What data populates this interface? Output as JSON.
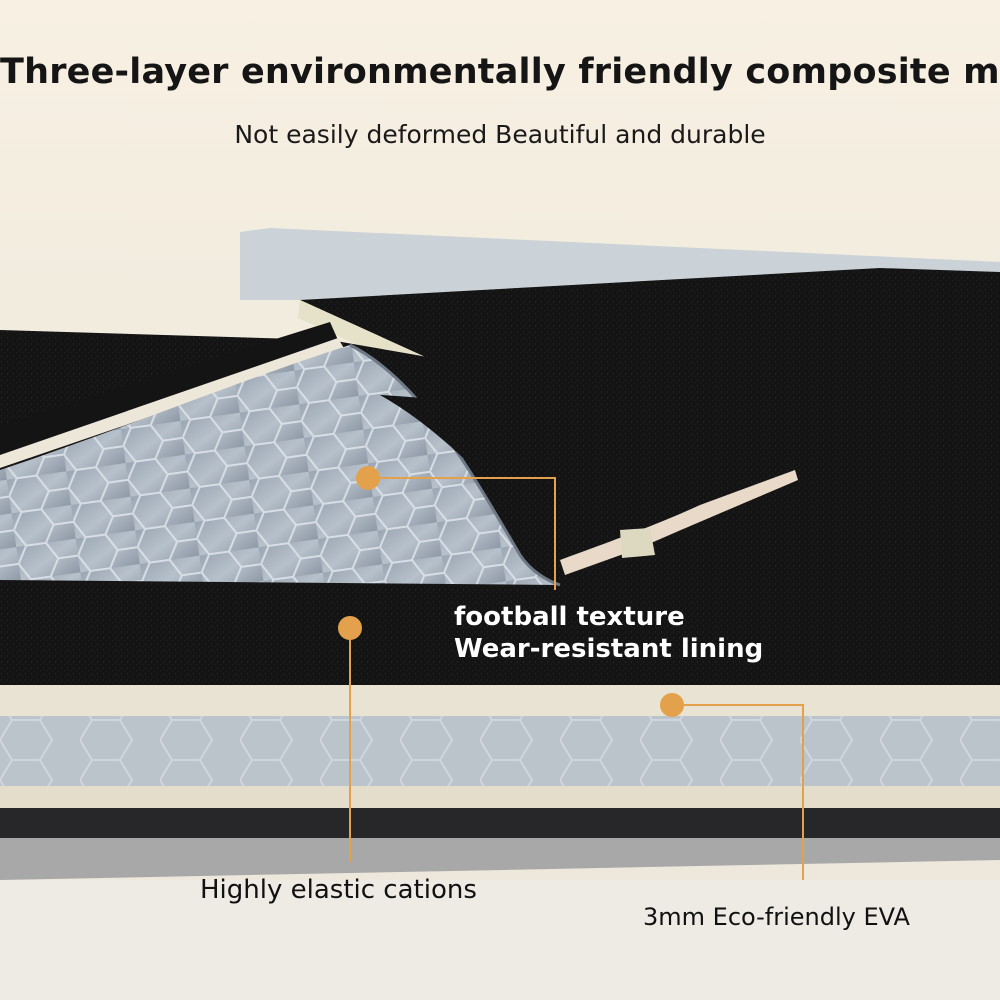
{
  "headline": "Three-layer environmentally friendly composite material",
  "subheadline": "Not easily deformed Beautiful and durable",
  "accent_color": "#e3a14c",
  "callouts": {
    "lining": {
      "line1": "football texture",
      "line2": "Wear-resistant lining"
    },
    "cushion": "Highly elastic cations",
    "eva": "3mm Eco-friendly EVA"
  }
}
